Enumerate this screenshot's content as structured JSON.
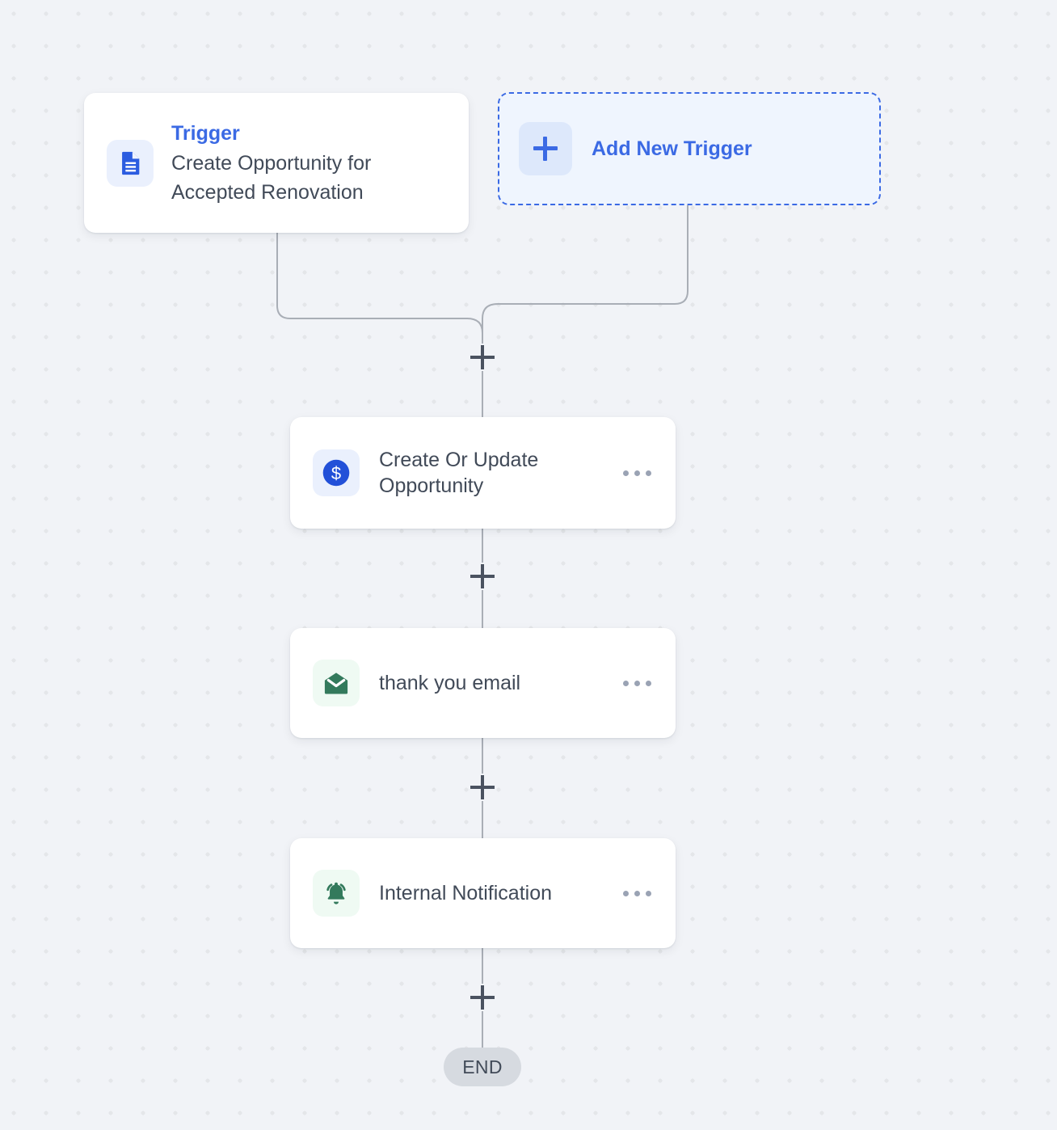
{
  "canvas": {
    "background_color": "#f1f3f7",
    "dot_color": "#e4e6e9",
    "accent_blue": "#3b6ae4",
    "accent_green": "#337a5c",
    "text_color": "#414a58"
  },
  "trigger": {
    "icon": "document-icon",
    "label": "Trigger",
    "title": "Create Opportunity for Accepted Renovation"
  },
  "add_trigger": {
    "icon": "plus-icon",
    "label": "Add New Trigger"
  },
  "nodes": [
    {
      "id": "opportunity",
      "icon": "dollar-circle-icon",
      "icon_color": "#2250d8",
      "tile_color": "#eaf0fd",
      "title": "Create Or Update Opportunity",
      "menu": "more-options"
    },
    {
      "id": "email",
      "icon": "open-envelope-icon",
      "icon_color": "#337a5c",
      "tile_color": "#effaf3",
      "title": "thank you email",
      "menu": "more-options"
    },
    {
      "id": "notify",
      "icon": "bell-ringing-icon",
      "icon_color": "#337a5c",
      "tile_color": "#effaf3",
      "title": "Internal Notification",
      "menu": "more-options"
    }
  ],
  "connectors": {
    "add_step_icon": "plus-icon",
    "count": 4
  },
  "end": {
    "label": "END"
  }
}
